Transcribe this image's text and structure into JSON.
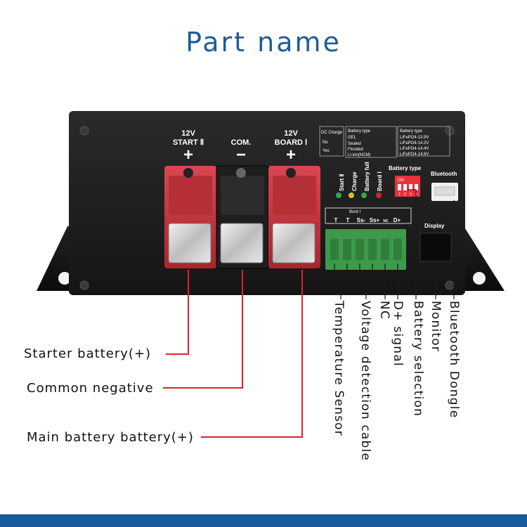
{
  "title": "Part name",
  "device": {
    "terminals": [
      {
        "voltage": "12V",
        "name": "START Ⅱ",
        "sign": "+"
      },
      {
        "voltage": "",
        "name": "COM.",
        "sign": "−"
      },
      {
        "voltage": "12V",
        "name": "BOARD Ⅰ",
        "sign": "+"
      }
    ],
    "leds": [
      "Start Ⅱ",
      "Charge",
      "Battery full",
      "Board Ⅰ"
    ],
    "dip_title": "Battery type",
    "dip_on": "ON",
    "dip_numbers": [
      "1",
      "2",
      "3",
      "4"
    ],
    "bluetooth_label": "Bluetooth",
    "display_label": "Display",
    "board_label": "Bord Ⅰ",
    "pins": [
      "T",
      "T",
      "Ss-",
      "Ss+",
      "NC",
      "D+"
    ],
    "table_dc": {
      "header": "DC Charge",
      "rows": [
        "No",
        "Yes"
      ]
    },
    "table_type": {
      "header": "Battery type",
      "rows": [
        "GEL",
        "Sealed",
        "Flooded",
        "Li-ion(NCM)"
      ]
    },
    "table_lifepo4": {
      "header": "Battery type",
      "rows": [
        "LiFePO4-13.9V",
        "LiFePO4-14.2V",
        "LiFePO4-14.4V",
        "LiFePO4-14.6V"
      ]
    }
  },
  "callouts_left": [
    "Starter battery(+)",
    "Common negative",
    "Main battery battery(+)"
  ],
  "callouts_vertical": [
    "Temperature Sensor",
    "Voltage detection cable",
    "NC",
    "D+ signal",
    "Battery selection",
    "Monitor",
    "Bluetooth Dongle"
  ],
  "colors": {
    "title": "#1f5d96",
    "leader": "#d9252a",
    "footer": "#1a5a9a",
    "body": "#1c1c1c",
    "anderson_red": "#c8323a",
    "terminal_green": "#3c9a4a"
  }
}
